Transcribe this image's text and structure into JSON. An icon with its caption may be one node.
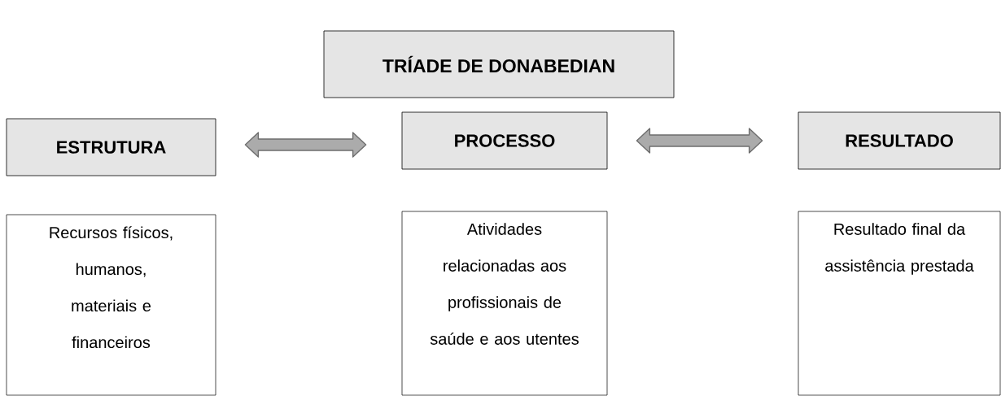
{
  "diagram": {
    "title": "TRÍADE DE DONABEDIAN",
    "nodes": [
      {
        "text": [
          "ESTRUTURA"
        ]
      },
      {
        "text": [
          "PROCESSO"
        ]
      },
      {
        "text": [
          "RESULTADO"
        ]
      },
      {
        "text": [
          "Recursos físicos, humanos, materiais e financeiros"
        ]
      },
      {
        "text": [
          "Atividades relacionadas aos profissionais de saúde e aos utentes"
        ]
      },
      {
        "text": [
          "Resultado final da assistência prestada"
        ]
      }
    ],
    "edges": [
      {
        "from": 0,
        "to": 1,
        "arrow": "both"
      },
      {
        "from": 1,
        "to": 2,
        "arrow": "both"
      }
    ]
  }
}
